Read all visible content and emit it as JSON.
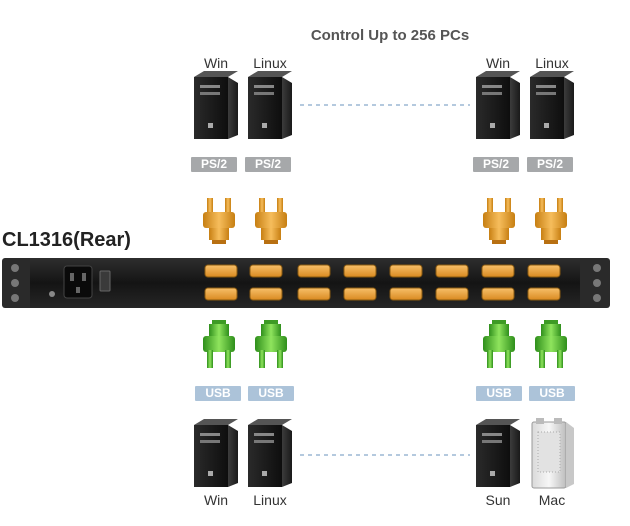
{
  "title": "Control Up to 256 PCs",
  "model": "CL1316(Rear)",
  "top_row": {
    "labels": [
      "Win",
      "Linux",
      "Win",
      "Linux"
    ],
    "port": "PS/2"
  },
  "bottom_row": {
    "labels": [
      "Win",
      "Linux",
      "Sun",
      "Mac"
    ],
    "port": "USB"
  },
  "colors": {
    "ps2_connector": "#e6a22e",
    "usb_connector": "#5fbf3a",
    "vga_port": "#f0a640",
    "rack": "#1c1c1c",
    "dotted_link": "#9bb7d4"
  }
}
